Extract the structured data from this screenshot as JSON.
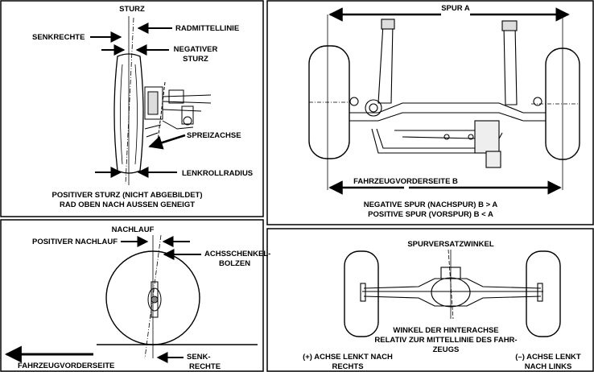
{
  "panel_camber": {
    "title": "STURZ",
    "label_vertical": "SENKRECHTE",
    "label_wheel_center": "RADMITTELLINIE",
    "label_negative_camber_1": "NEGATIVER",
    "label_negative_camber_2": "STURZ",
    "label_kingpin": "SPREIZACHSE",
    "label_scrub_radius": "LENKROLLRADIUS",
    "caption_1": "POSITIVER STURZ (NICHT ABGEBILDET)",
    "caption_2": "RAD OBEN NACH AUSSEN GENEIGT"
  },
  "panel_toe": {
    "label_track_a": "SPUR A",
    "label_front_b": "FAHRZEUGVORDERSEITE B",
    "caption_1": "NEGATIVE SPUR (NACHSPUR) B > A",
    "caption_2": "POSITIVE SPUR (VORSPUR) B < A"
  },
  "panel_caster": {
    "title": "NACHLAUF",
    "label_positive_caster": "POSITIVER NACHLAUF",
    "label_kingpin_bolt_1": "ACHSSCHENKEL-",
    "label_kingpin_bolt_2": "BOLZEN",
    "label_front": "FAHRZEUGVORDERSEITE",
    "label_vertical_1": "SENK-",
    "label_vertical_2": "RECHTE"
  },
  "panel_thrust": {
    "title": "SPURVERSATZWINKEL",
    "caption_1": "WINKEL DER HINTERACHSE",
    "caption_2": "RELATIV ZUR MITTELLINIE DES FAHR-",
    "caption_3": "ZEUGS",
    "label_plus_1": "(+) ACHSE LENKT NACH",
    "label_plus_2": "RECHTS",
    "label_minus_1": "(–) ACHSE LENKT",
    "label_minus_2": "NACH LINKS"
  }
}
